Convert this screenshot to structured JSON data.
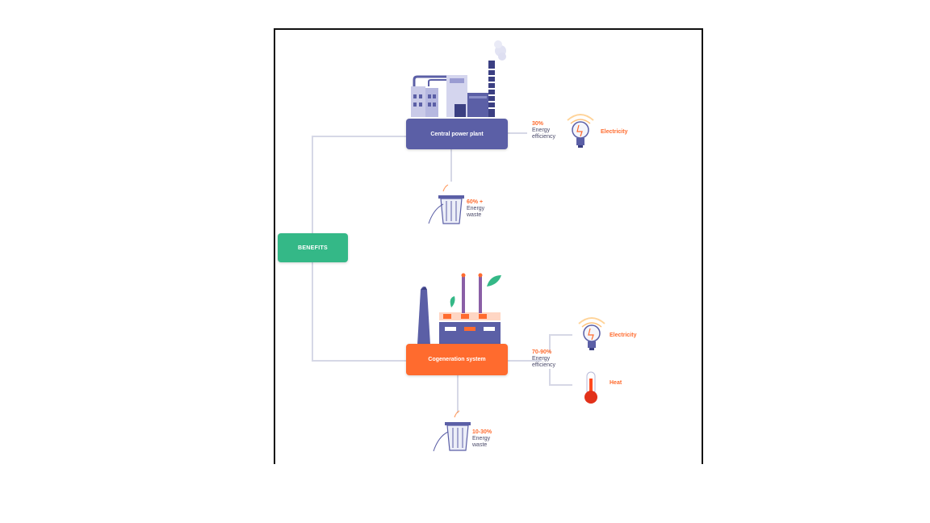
{
  "benefits": {
    "label": "BENEFITS"
  },
  "central": {
    "label": "Central power plant",
    "efficiency_pct": "30%",
    "efficiency_label": [
      "Energy",
      "efficiency"
    ],
    "output_label": "Electricity",
    "waste_pct": "60% +",
    "waste_label": [
      "Energy",
      "waste"
    ]
  },
  "cogen": {
    "label": "Cogeneration system",
    "efficiency_pct": "70-90%",
    "efficiency_label": [
      "Energy",
      "efficiency"
    ],
    "output_electricity": "Electricity",
    "output_heat": "Heat",
    "waste_pct": "10-30%",
    "waste_label": [
      "Energy",
      "waste"
    ]
  },
  "colors": {
    "central": "#5b5fa6",
    "cogen": "#ff6b2e",
    "benefits": "#34b887",
    "connector": "#d6d8e6"
  },
  "icons": [
    "factory-icon",
    "smokestack-icon",
    "lightbulb-icon",
    "trash-bin-icon",
    "thermometer-icon",
    "leaf-icon",
    "cogeneration-plant-icon"
  ]
}
